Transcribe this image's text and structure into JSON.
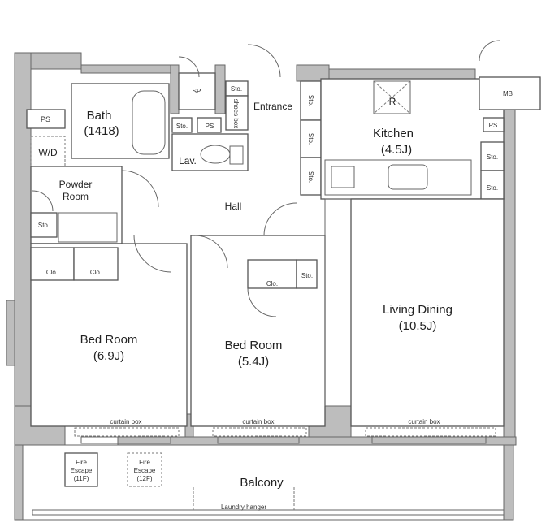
{
  "rooms": {
    "bath": "Bath",
    "bath_size": "(1418)",
    "wd": "W/D",
    "ps": "PS",
    "powder_1": "Powder",
    "powder_2": "Room",
    "sto": "Sto.",
    "sp": "SP",
    "lav": "Lav.",
    "shoes_box": "shoes box",
    "entrance": "Entrance",
    "hall": "Hall",
    "kitchen": "Kitchen",
    "kitchen_size": "(4.5J)",
    "refrigerator": "R",
    "mb": "MB",
    "clo": "Clo.",
    "bed1": "Bed Room",
    "bed1_size": "(6.9J)",
    "bed2": "Bed Room",
    "bed2_size": "(5.4J)",
    "living": "Living Dining",
    "living_size": "(10.5J)",
    "curtain_box": "curtain box",
    "fire": "Fire",
    "escape": "Escape",
    "fire_11": "(11F)",
    "fire_12": "(12F)",
    "balcony": "Balcony",
    "laundry": "Laundry hanger"
  }
}
